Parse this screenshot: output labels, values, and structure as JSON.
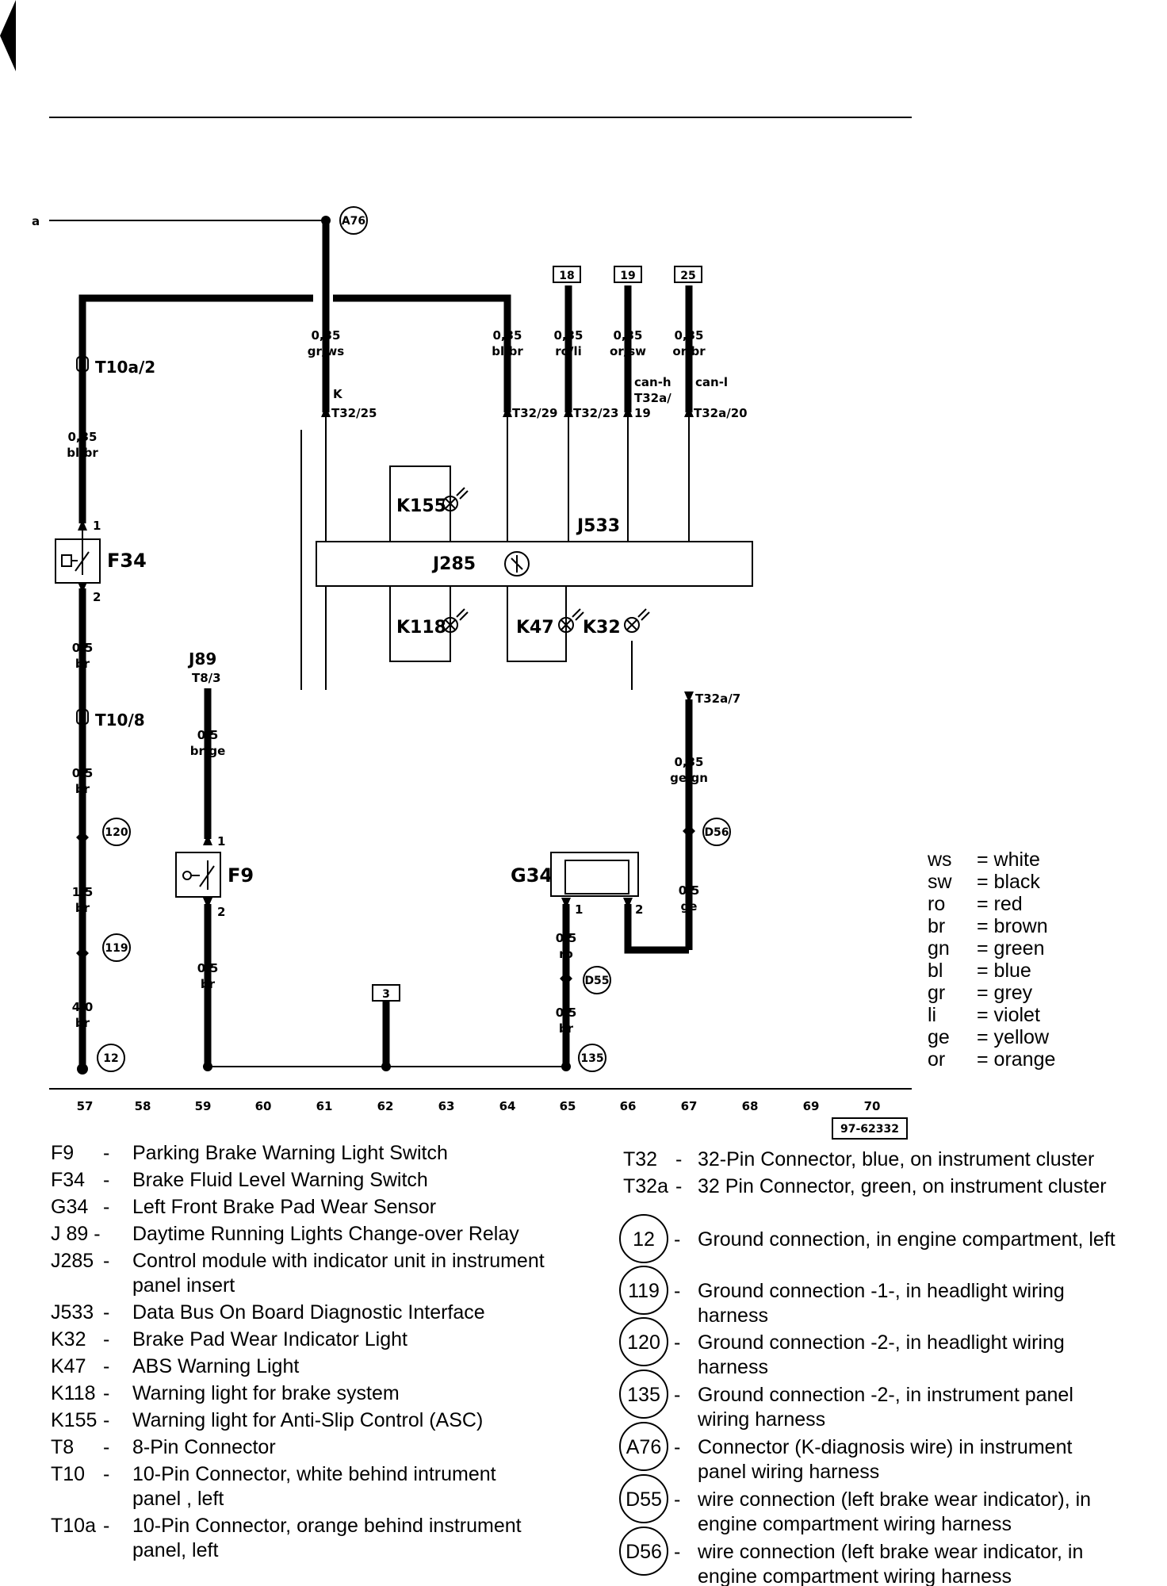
{
  "nav": {
    "back_label": ""
  },
  "diagram": {
    "ref_number": "97-62332",
    "wire_a_label": "a",
    "grid_numbers": [
      "57",
      "58",
      "59",
      "60",
      "61",
      "62",
      "63",
      "64",
      "65",
      "66",
      "67",
      "68",
      "69",
      "70"
    ],
    "labels": {
      "t10a2": "T10a/2",
      "t108": "T10/8",
      "f34": "F34",
      "f9": "F9",
      "j89": "J89",
      "t83": "T8/3",
      "k155": "K155",
      "k118": "K118",
      "k47": "K47",
      "k32": "K32",
      "j285": "J285",
      "j533": "J533",
      "g34": "G34",
      "k": "K",
      "canh": "can-h",
      "canl": "can-l",
      "t32_25": "T32/25",
      "t32_29": "T32/29",
      "t32_23": "T32/23",
      "t32a_19a": "T32a/",
      "t32a_19b": "19",
      "t32a_20": "T32a/20",
      "t32a_7": "T32a/7",
      "pin1": "1",
      "pin2": "2"
    },
    "wires": {
      "w1": [
        "0,35",
        "gr/ws"
      ],
      "w2": [
        "0,35",
        "bl/br"
      ],
      "w3": [
        "0,35",
        "ro/li"
      ],
      "w4": [
        "0,35",
        "or/sw"
      ],
      "w5": [
        "0,35",
        "or/br"
      ],
      "w6": [
        "0,35",
        "bl/br"
      ],
      "w7": [
        "0,5",
        "br"
      ],
      "w8": [
        "0,5",
        "br"
      ],
      "w9": [
        "1,5",
        "br"
      ],
      "w10": [
        "4,0",
        "br"
      ],
      "w11": [
        "0,5",
        "br/ge"
      ],
      "w12": [
        "0,5",
        "br"
      ],
      "w13": [
        "0,35",
        "ge/gn"
      ],
      "w14": [
        "0,5",
        "ge"
      ],
      "w15": [
        "0,5",
        "ro"
      ],
      "w16": [
        "0,5",
        "br"
      ]
    },
    "boxes": {
      "b18": "18",
      "b19": "19",
      "b25": "25",
      "b3": "3"
    },
    "circles": {
      "a76": "A76",
      "c120": "120",
      "c119": "119",
      "c12": "12",
      "c135": "135",
      "d55": "D55",
      "d56": "D56"
    }
  },
  "color_legend": [
    {
      "code": "ws",
      "meaning": "= white"
    },
    {
      "code": "sw",
      "meaning": "= black"
    },
    {
      "code": "ro",
      "meaning": "= red"
    },
    {
      "code": "br",
      "meaning": "= brown"
    },
    {
      "code": "gn",
      "meaning": "= green"
    },
    {
      "code": "bl",
      "meaning": "= blue"
    },
    {
      "code": "gr",
      "meaning": "= grey"
    },
    {
      "code": "li",
      "meaning": "= violet"
    },
    {
      "code": "ge",
      "meaning": "= yellow"
    },
    {
      "code": "or",
      "meaning": "= orange"
    }
  ],
  "components_left": [
    {
      "code": "F9",
      "sep": "-",
      "desc": [
        "Parking Brake Warning Light Switch"
      ]
    },
    {
      "code": "F34",
      "sep": "-",
      "desc": [
        "Brake Fluid Level Warning Switch"
      ]
    },
    {
      "code": "G34",
      "sep": "-",
      "desc": [
        "Left Front Brake Pad Wear Sensor"
      ]
    },
    {
      "code": "J 89 -",
      "sep": "",
      "desc": [
        "Daytime Running Lights Change-over Relay"
      ]
    },
    {
      "code": "J285",
      "sep": "-",
      "desc": [
        "Control module with indicator unit in instrument",
        "panel insert"
      ]
    },
    {
      "code": "J533",
      "sep": "-",
      "desc": [
        "Data Bus On Board Diagnostic Interface"
      ]
    },
    {
      "code": "K32",
      "sep": "-",
      "desc": [
        "Brake Pad Wear Indicator Light"
      ]
    },
    {
      "code": "K47",
      "sep": "-",
      "desc": [
        "ABS Warning Light"
      ]
    },
    {
      "code": "K118",
      "sep": "-",
      "desc": [
        "Warning light for brake system"
      ]
    },
    {
      "code": "K155",
      "sep": "-",
      "desc": [
        "Warning light for Anti-Slip Control (ASC)"
      ]
    },
    {
      "code": "T8",
      "sep": "-",
      "desc": [
        "8-Pin Connector"
      ]
    },
    {
      "code": "T10",
      "sep": "-",
      "desc": [
        "10-Pin Connector, white behind intrument",
        "panel , left"
      ]
    },
    {
      "code": "T10a",
      "sep": "-",
      "desc": [
        "10-Pin Connector, orange behind instrument",
        "panel, left"
      ]
    }
  ],
  "components_right": [
    {
      "code": "T32",
      "sep": "-",
      "desc": "32-Pin Connector, blue, on instrument cluster"
    },
    {
      "code": "T32a",
      "sep": "-",
      "desc": "32 Pin Connector, green, on instrument cluster"
    }
  ],
  "grounds": [
    {
      "id": "12",
      "sep": "-",
      "desc": [
        "Ground connection, in engine compartment, left"
      ]
    },
    {
      "id": "119",
      "sep": "-",
      "desc": [
        "Ground connection -1-, in headlight wiring",
        "harness"
      ]
    },
    {
      "id": "120",
      "sep": "-",
      "desc": [
        "Ground connection -2-, in headlight wiring",
        "harness"
      ]
    },
    {
      "id": "135",
      "sep": "-",
      "desc": [
        "Ground connection -2-, in instrument panel",
        "wiring harness"
      ]
    },
    {
      "id": "A76",
      "sep": "-",
      "desc": [
        "Connector (K-diagnosis wire) in instrument",
        "panel wiring harness"
      ]
    },
    {
      "id": "D55",
      "sep": "-",
      "desc": [
        "wire connection (left brake wear indicator), in",
        "engine compartment wiring harness"
      ]
    },
    {
      "id": "D56",
      "sep": "-",
      "desc": [
        "wire connection (left brake wear indicator, in",
        "engine compartment wiring harness"
      ]
    }
  ]
}
